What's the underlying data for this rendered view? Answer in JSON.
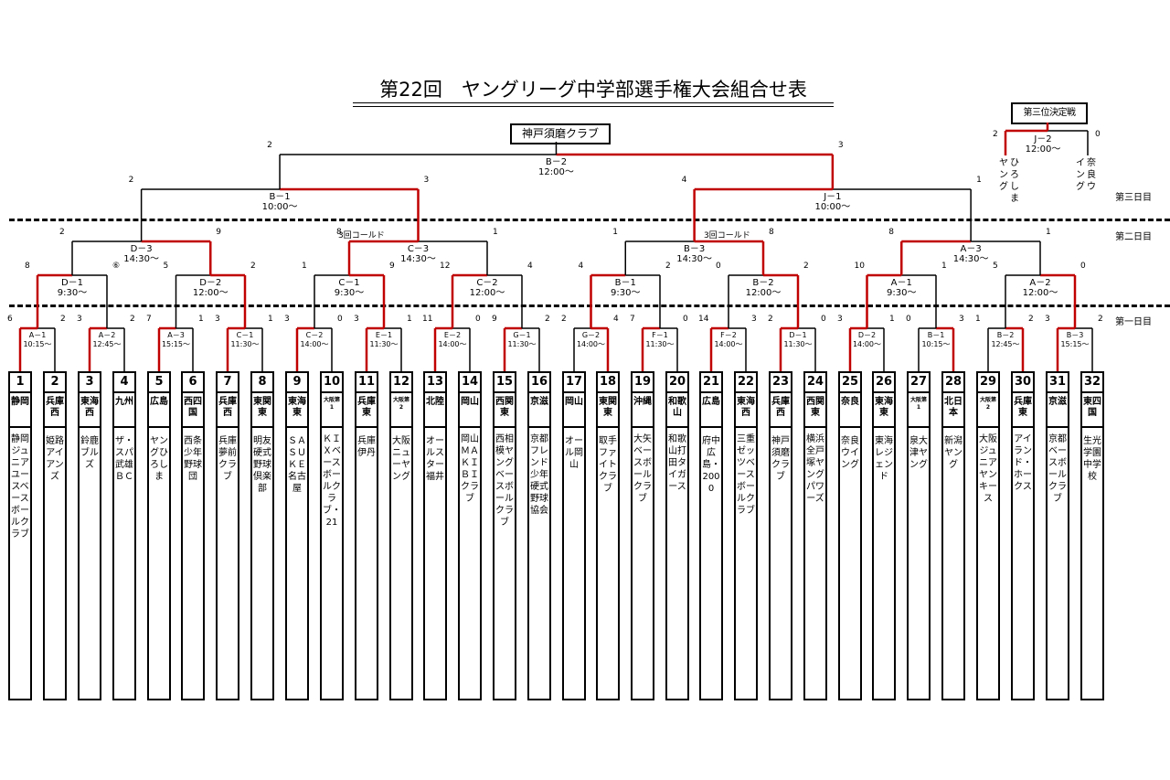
{
  "title": "第22回　ヤングリーグ中学部選手権大会組合せ表",
  "champion_label": "神戸須磨クラブ",
  "third_place": {
    "label": "第三位決定戦",
    "game_code": "J－2",
    "time": "12:00～",
    "left_score": "2",
    "right_score": "0",
    "left_team": "ひろしまヤング",
    "right_team": "奈良ウイング"
  },
  "day_labels": [
    "第三日目",
    "第二日目",
    "第一日目"
  ],
  "teams": [
    {
      "num": "1",
      "pref": "静岡",
      "name": "静岡ジュニアユースベースボールクラブ"
    },
    {
      "num": "2",
      "pref": "兵庫西",
      "name": "姫路アイアンズ"
    },
    {
      "num": "3",
      "pref": "東海西",
      "name": "鈴鹿ブルズ"
    },
    {
      "num": "4",
      "pref": "九州",
      "name": "ザ・スパ武雄ＢＣ"
    },
    {
      "num": "5",
      "pref": "広島",
      "name": "ヤングひろしま"
    },
    {
      "num": "6",
      "pref": "西四国",
      "name": "西条少年野球団"
    },
    {
      "num": "7",
      "pref": "兵庫西",
      "name": "兵庫夢前クラブ"
    },
    {
      "num": "8",
      "pref": "東関東",
      "name": "明友硬式野球倶楽部"
    },
    {
      "num": "9",
      "pref": "東海東",
      "name": "ＳＡＳＵＫＥ名古屋"
    },
    {
      "num": "10",
      "pref": "大阪第1",
      "name": "ＫＩＸベースボールクラブ・21"
    },
    {
      "num": "11",
      "pref": "兵庫東",
      "name": "兵庫伊丹"
    },
    {
      "num": "12",
      "pref": "大阪第2",
      "name": "大阪ニューヤング"
    },
    {
      "num": "13",
      "pref": "北陸",
      "name": "オールスター福井"
    },
    {
      "num": "14",
      "pref": "岡山",
      "name": "岡山ＭＡＫＩＢＩクラブ"
    },
    {
      "num": "15",
      "pref": "西関東",
      "name": "西相模ヤングベースボールクラブ"
    },
    {
      "num": "16",
      "pref": "京滋",
      "name": "京都フレンド少年硬式野球協会"
    },
    {
      "num": "17",
      "pref": "岡山",
      "name": "オール岡山"
    },
    {
      "num": "18",
      "pref": "東関東",
      "name": "取手ファイトクラブ"
    },
    {
      "num": "19",
      "pref": "沖縄",
      "name": "大矢ベースボールクラブ"
    },
    {
      "num": "20",
      "pref": "和歌山",
      "name": "和歌山打田タイガース"
    },
    {
      "num": "21",
      "pref": "広島",
      "name": "府中広島・2000"
    },
    {
      "num": "22",
      "pref": "東海西",
      "name": "三重ゼッツベースボールクラブ"
    },
    {
      "num": "23",
      "pref": "兵庫西",
      "name": "神戸須磨クラブ"
    },
    {
      "num": "24",
      "pref": "西関東",
      "name": "横浜全戸塚ヤングパワーズ"
    },
    {
      "num": "25",
      "pref": "奈良",
      "name": "奈良ウイング"
    },
    {
      "num": "26",
      "pref": "東海東",
      "name": "東海レジェンド"
    },
    {
      "num": "27",
      "pref": "大阪第1",
      "name": "泉大津ヤング"
    },
    {
      "num": "28",
      "pref": "北日本",
      "name": "新潟ヤング"
    },
    {
      "num": "29",
      "pref": "大阪第2",
      "name": "大阪ジュニアヤンキース"
    },
    {
      "num": "30",
      "pref": "兵庫東",
      "name": "アイランド・ホークス"
    },
    {
      "num": "31",
      "pref": "京滋",
      "name": "京都ベースボールクラブ"
    },
    {
      "num": "32",
      "pref": "東四国",
      "name": "生光学園中学校"
    }
  ],
  "games": [
    {
      "code": "A－1",
      "time": "10:15～",
      "ls": "6",
      "rs": "2"
    },
    {
      "code": "A－2",
      "time": "12:45～",
      "ls": "3",
      "rs": "2"
    },
    {
      "code": "A－3",
      "time": "15:15～",
      "ls": "7",
      "rs": "1"
    },
    {
      "code": "C－1",
      "time": "11:30～",
      "ls": "3",
      "rs": "1"
    },
    {
      "code": "C－2",
      "time": "14:00～",
      "ls": "3",
      "rs": "0"
    },
    {
      "code": "E－1",
      "time": "11:30～",
      "ls": "3",
      "rs": "1"
    },
    {
      "code": "E－2",
      "time": "14:00～",
      "ls": "11",
      "rs": "0"
    },
    {
      "code": "G－1",
      "time": "11:30～",
      "ls": "9",
      "rs": "2"
    },
    {
      "code": "G－2",
      "time": "14:00～",
      "ls": "2",
      "rs": "4"
    },
    {
      "code": "F－1",
      "time": "11:30～",
      "ls": "7",
      "rs": "0"
    },
    {
      "code": "F－2",
      "time": "14:00～",
      "ls": "14",
      "rs": "3"
    },
    {
      "code": "D－1",
      "time": "11:30～",
      "ls": "2",
      "rs": "0"
    },
    {
      "code": "D－2",
      "time": "14:00～",
      "ls": "3",
      "rs": "1"
    },
    {
      "code": "B－1",
      "time": "10:15～",
      "ls": "0",
      "rs": "3"
    },
    {
      "code": "B－2",
      "time": "12:45～",
      "ls": "1",
      "rs": "2"
    },
    {
      "code": "B－3",
      "time": "15:15～",
      "ls": "3",
      "rs": "2"
    },
    {
      "code": "D－1",
      "time": "9:30～",
      "ls": "8",
      "rs": "⑥"
    },
    {
      "code": "D－2",
      "time": "12:00～",
      "ls": "5",
      "rs": "2"
    },
    {
      "code": "C－1",
      "time": "9:30～",
      "ls": "1",
      "rs": "9"
    },
    {
      "code": "C－2",
      "time": "12:00～",
      "ls": "12",
      "rs": "4"
    },
    {
      "code": "B－1",
      "time": "9:30～",
      "ls": "4",
      "rs": "2"
    },
    {
      "code": "B－2",
      "time": "12:00～",
      "ls": "0",
      "rs": "2"
    },
    {
      "code": "A－1",
      "time": "9:30～",
      "ls": "10",
      "rs": "1"
    },
    {
      "code": "A－2",
      "time": "12:00～",
      "ls": "5",
      "rs": "0"
    },
    {
      "code": "D－3",
      "time": "14:30～",
      "ls": "2",
      "rs": "9"
    },
    {
      "code": "C－3",
      "time": "14:30～",
      "ls": "8",
      "rs": "1"
    },
    {
      "code": "B－3",
      "time": "14:30～",
      "ls": "1",
      "rs": "8"
    },
    {
      "code": "A－3",
      "time": "14:30～",
      "ls": "8",
      "rs": "1"
    },
    {
      "code": "B－1",
      "time": "10:00～",
      "ls": "2",
      "rs": "3"
    },
    {
      "code": "J－1",
      "time": "10:00～",
      "ls": "4",
      "rs": "1"
    },
    {
      "code": "B－2",
      "time": "12:00～",
      "ls": "2",
      "rs": "3"
    }
  ],
  "notes": {
    "called1": "3回コールド",
    "called2": "3回コールド"
  }
}
